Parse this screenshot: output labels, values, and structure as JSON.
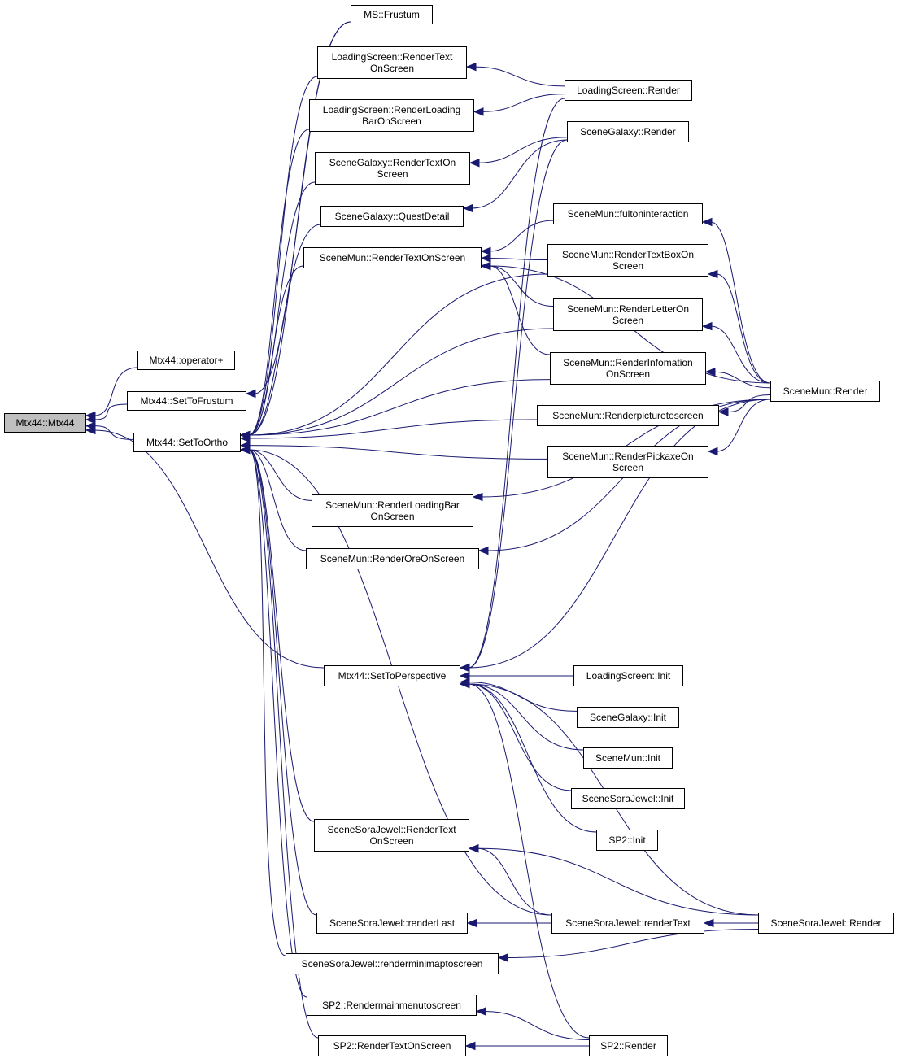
{
  "colors": {
    "edge": "#191970",
    "node_border": "#000000",
    "node_fill": "#ffffff",
    "root_fill": "#bfbfbf"
  },
  "nodes": {
    "mtx44": "Mtx44::Mtx44",
    "op_plus": "Mtx44::operator+",
    "set_frustum": "Mtx44::SetToFrustum",
    "set_ortho": "Mtx44::SetToOrtho",
    "set_persp": "Mtx44::SetToPerspective",
    "ms_frustum": "MS::Frustum",
    "ls_rto": "LoadingScreen::RenderText\nOnScreen",
    "ls_rlbos": "LoadingScreen::RenderLoading\nBarOnScreen",
    "sg_rto": "SceneGalaxy::RenderTextOn\nScreen",
    "sg_qd": "SceneGalaxy::QuestDetail",
    "sm_rtos": "SceneMun::RenderTextOnScreen",
    "sm_rlbos": "SceneMun::RenderLoadingBar\nOnScreen",
    "sm_rore": "SceneMun::RenderOreOnScreen",
    "ssj_rto": "SceneSoraJewel::RenderText\nOnScreen",
    "ssj_rlast": "SceneSoraJewel::renderLast",
    "ssj_rmini": "SceneSoraJewel::renderminimaptoscreen",
    "sp2_rmain": "SP2::Rendermainmenutoscreen",
    "sp2_rtos": "SP2::RenderTextOnScreen",
    "ls_render": "LoadingScreen::Render",
    "sg_render": "SceneGalaxy::Render",
    "sm_fulton": "SceneMun::fultoninteraction",
    "sm_rtbos": "SceneMun::RenderTextBoxOn\nScreen",
    "sm_rletter": "SceneMun::RenderLetterOn\nScreen",
    "sm_rinfo": "SceneMun::RenderInfomation\nOnScreen",
    "sm_rpic": "SceneMun::Renderpicturetoscreen",
    "sm_rpick": "SceneMun::RenderPickaxeOn\nScreen",
    "ls_init": "LoadingScreen::Init",
    "sg_init": "SceneGalaxy::Init",
    "sm_init": "SceneMun::Init",
    "ssj_init": "SceneSoraJewel::Init",
    "sp2_init": "SP2::Init",
    "ssj_rtext": "SceneSoraJewel::renderText",
    "sp2_render": "SP2::Render",
    "sm_render": "SceneMun::Render",
    "ssj_render": "SceneSoraJewel::Render"
  },
  "edges": [
    [
      "mtx44",
      "op_plus"
    ],
    [
      "mtx44",
      "set_frustum"
    ],
    [
      "mtx44",
      "set_ortho"
    ],
    [
      "mtx44",
      "set_persp"
    ],
    [
      "set_frustum",
      "ms_frustum"
    ],
    [
      "set_ortho",
      "ms_frustum"
    ],
    [
      "set_ortho",
      "ls_rto"
    ],
    [
      "set_ortho",
      "ls_rlbos"
    ],
    [
      "set_ortho",
      "sg_rto"
    ],
    [
      "set_ortho",
      "sg_qd"
    ],
    [
      "set_ortho",
      "sm_rtos"
    ],
    [
      "set_ortho",
      "sm_rtbos"
    ],
    [
      "set_ortho",
      "sm_rletter"
    ],
    [
      "set_ortho",
      "sm_rinfo"
    ],
    [
      "set_ortho",
      "sm_rpic"
    ],
    [
      "set_ortho",
      "sm_rpick"
    ],
    [
      "set_ortho",
      "sm_rlbos"
    ],
    [
      "set_ortho",
      "sm_rore"
    ],
    [
      "set_ortho",
      "ssj_rto"
    ],
    [
      "set_ortho",
      "ssj_rtext"
    ],
    [
      "set_ortho",
      "ssj_rlast"
    ],
    [
      "set_ortho",
      "ssj_rmini"
    ],
    [
      "set_ortho",
      "sp2_rmain"
    ],
    [
      "set_ortho",
      "sp2_rtos"
    ],
    [
      "set_persp",
      "ls_render"
    ],
    [
      "set_persp",
      "sg_render"
    ],
    [
      "set_persp",
      "sm_render"
    ],
    [
      "set_persp",
      "ls_init"
    ],
    [
      "set_persp",
      "sg_init"
    ],
    [
      "set_persp",
      "sm_init"
    ],
    [
      "set_persp",
      "ssj_init"
    ],
    [
      "set_persp",
      "sp2_init"
    ],
    [
      "set_persp",
      "ssj_render"
    ],
    [
      "set_persp",
      "sp2_render"
    ],
    [
      "ls_rto",
      "ls_render"
    ],
    [
      "ls_rlbos",
      "ls_render"
    ],
    [
      "sg_rto",
      "sg_render"
    ],
    [
      "sg_qd",
      "sg_render"
    ],
    [
      "sm_rtos",
      "sm_fulton"
    ],
    [
      "sm_rtos",
      "sm_rtbos"
    ],
    [
      "sm_rtos",
      "sm_rletter"
    ],
    [
      "sm_rtos",
      "sm_rinfo"
    ],
    [
      "sm_rtos",
      "sm_render"
    ],
    [
      "sm_fulton",
      "sm_render"
    ],
    [
      "sm_rtbos",
      "sm_render"
    ],
    [
      "sm_rletter",
      "sm_render"
    ],
    [
      "sm_rinfo",
      "sm_render"
    ],
    [
      "sm_rpic",
      "sm_render"
    ],
    [
      "sm_rpick",
      "sm_render"
    ],
    [
      "sm_rlbos",
      "sm_render"
    ],
    [
      "sm_rore",
      "sm_render"
    ],
    [
      "ssj_rto",
      "ssj_rtext"
    ],
    [
      "ssj_rto",
      "ssj_render"
    ],
    [
      "ssj_rtext",
      "ssj_render"
    ],
    [
      "ssj_rlast",
      "ssj_render"
    ],
    [
      "ssj_rmini",
      "ssj_render"
    ],
    [
      "sp2_rmain",
      "sp2_render"
    ],
    [
      "sp2_rtos",
      "sp2_render"
    ]
  ]
}
